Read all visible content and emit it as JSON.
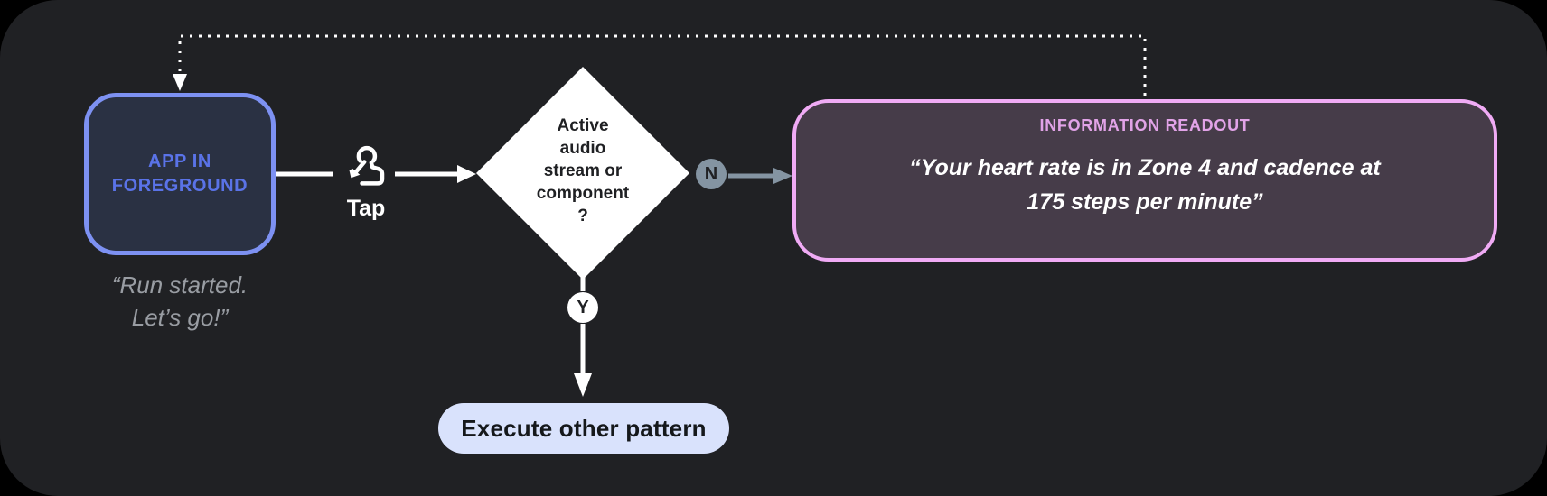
{
  "colors": {
    "outer_bg": "#000000",
    "panel_bg": "#202124",
    "white": "#ffffff",
    "app_fill": "#2a3143",
    "app_border": "#7d91f2",
    "app_text": "#5a73e8",
    "quote_text": "#999da3",
    "dark_text": "#1f2023",
    "slate": "#8494a2",
    "readout_fill": "#463c49",
    "readout_border": "#f0abf5",
    "readout_title": "#e2a3e8",
    "pill_bg": "#d9e2fc",
    "pill_text": "#15181b"
  },
  "flow": {
    "app_node": {
      "label": "APP IN\nFOREGROUND",
      "quote": "“Run started.\nLet’s go!”"
    },
    "tap": {
      "icon": "tap-gesture-icon",
      "label": "Tap"
    },
    "decision": {
      "label": "Active\naudio\nstream or\ncomponent\n?"
    },
    "branches": {
      "no": "N",
      "yes": "Y"
    },
    "readout": {
      "title": "INFORMATION READOUT",
      "quote": "“Your heart rate is in Zone 4 and cadence at\n175 steps per minute”"
    },
    "execute": {
      "label": "Execute other pattern"
    }
  }
}
